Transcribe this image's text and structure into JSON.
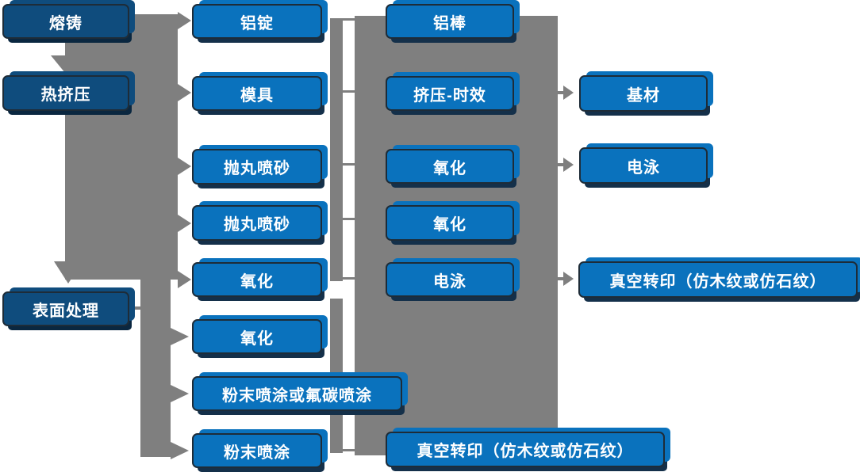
{
  "colors": {
    "stage_fill": "#0F4C7D",
    "step_fill": "#0A72BD",
    "connector_gray": "#7F7F7F",
    "node_border": "#1E2C38",
    "label_text": "#FFFFFF"
  },
  "nodes": {
    "melting_casting": {
      "label": "熔铸"
    },
    "hot_extrusion": {
      "label": "热挤压"
    },
    "surface_treatment": {
      "label": "表面处理"
    },
    "aluminum_ingot": {
      "label": "铝锭"
    },
    "mold": {
      "label": "模具"
    },
    "shot_blasting_1": {
      "label": "抛丸喷砂"
    },
    "shot_blasting_2": {
      "label": "抛丸喷砂"
    },
    "oxidation_1": {
      "label": "氧化"
    },
    "oxidation_2": {
      "label": "氧化"
    },
    "powder_or_fluorocarbon": {
      "label": "粉末喷涂或氟碳喷涂"
    },
    "powder_coating": {
      "label": "粉末喷涂"
    },
    "aluminum_rod": {
      "label": "铝棒"
    },
    "extrusion_aging": {
      "label": "挤压-时效"
    },
    "oxidation_3": {
      "label": "氧化"
    },
    "oxidation_4": {
      "label": "氧化"
    },
    "electrophoresis_1": {
      "label": "电泳"
    },
    "vacuum_transfer_bottom": {
      "label": "真空转印（仿木纹或仿石纹）"
    },
    "base_material": {
      "label": "基材"
    },
    "electrophoresis_2": {
      "label": "电泳"
    },
    "vacuum_transfer_top": {
      "label": "真空转印（仿木纹或仿石纹）"
    }
  }
}
